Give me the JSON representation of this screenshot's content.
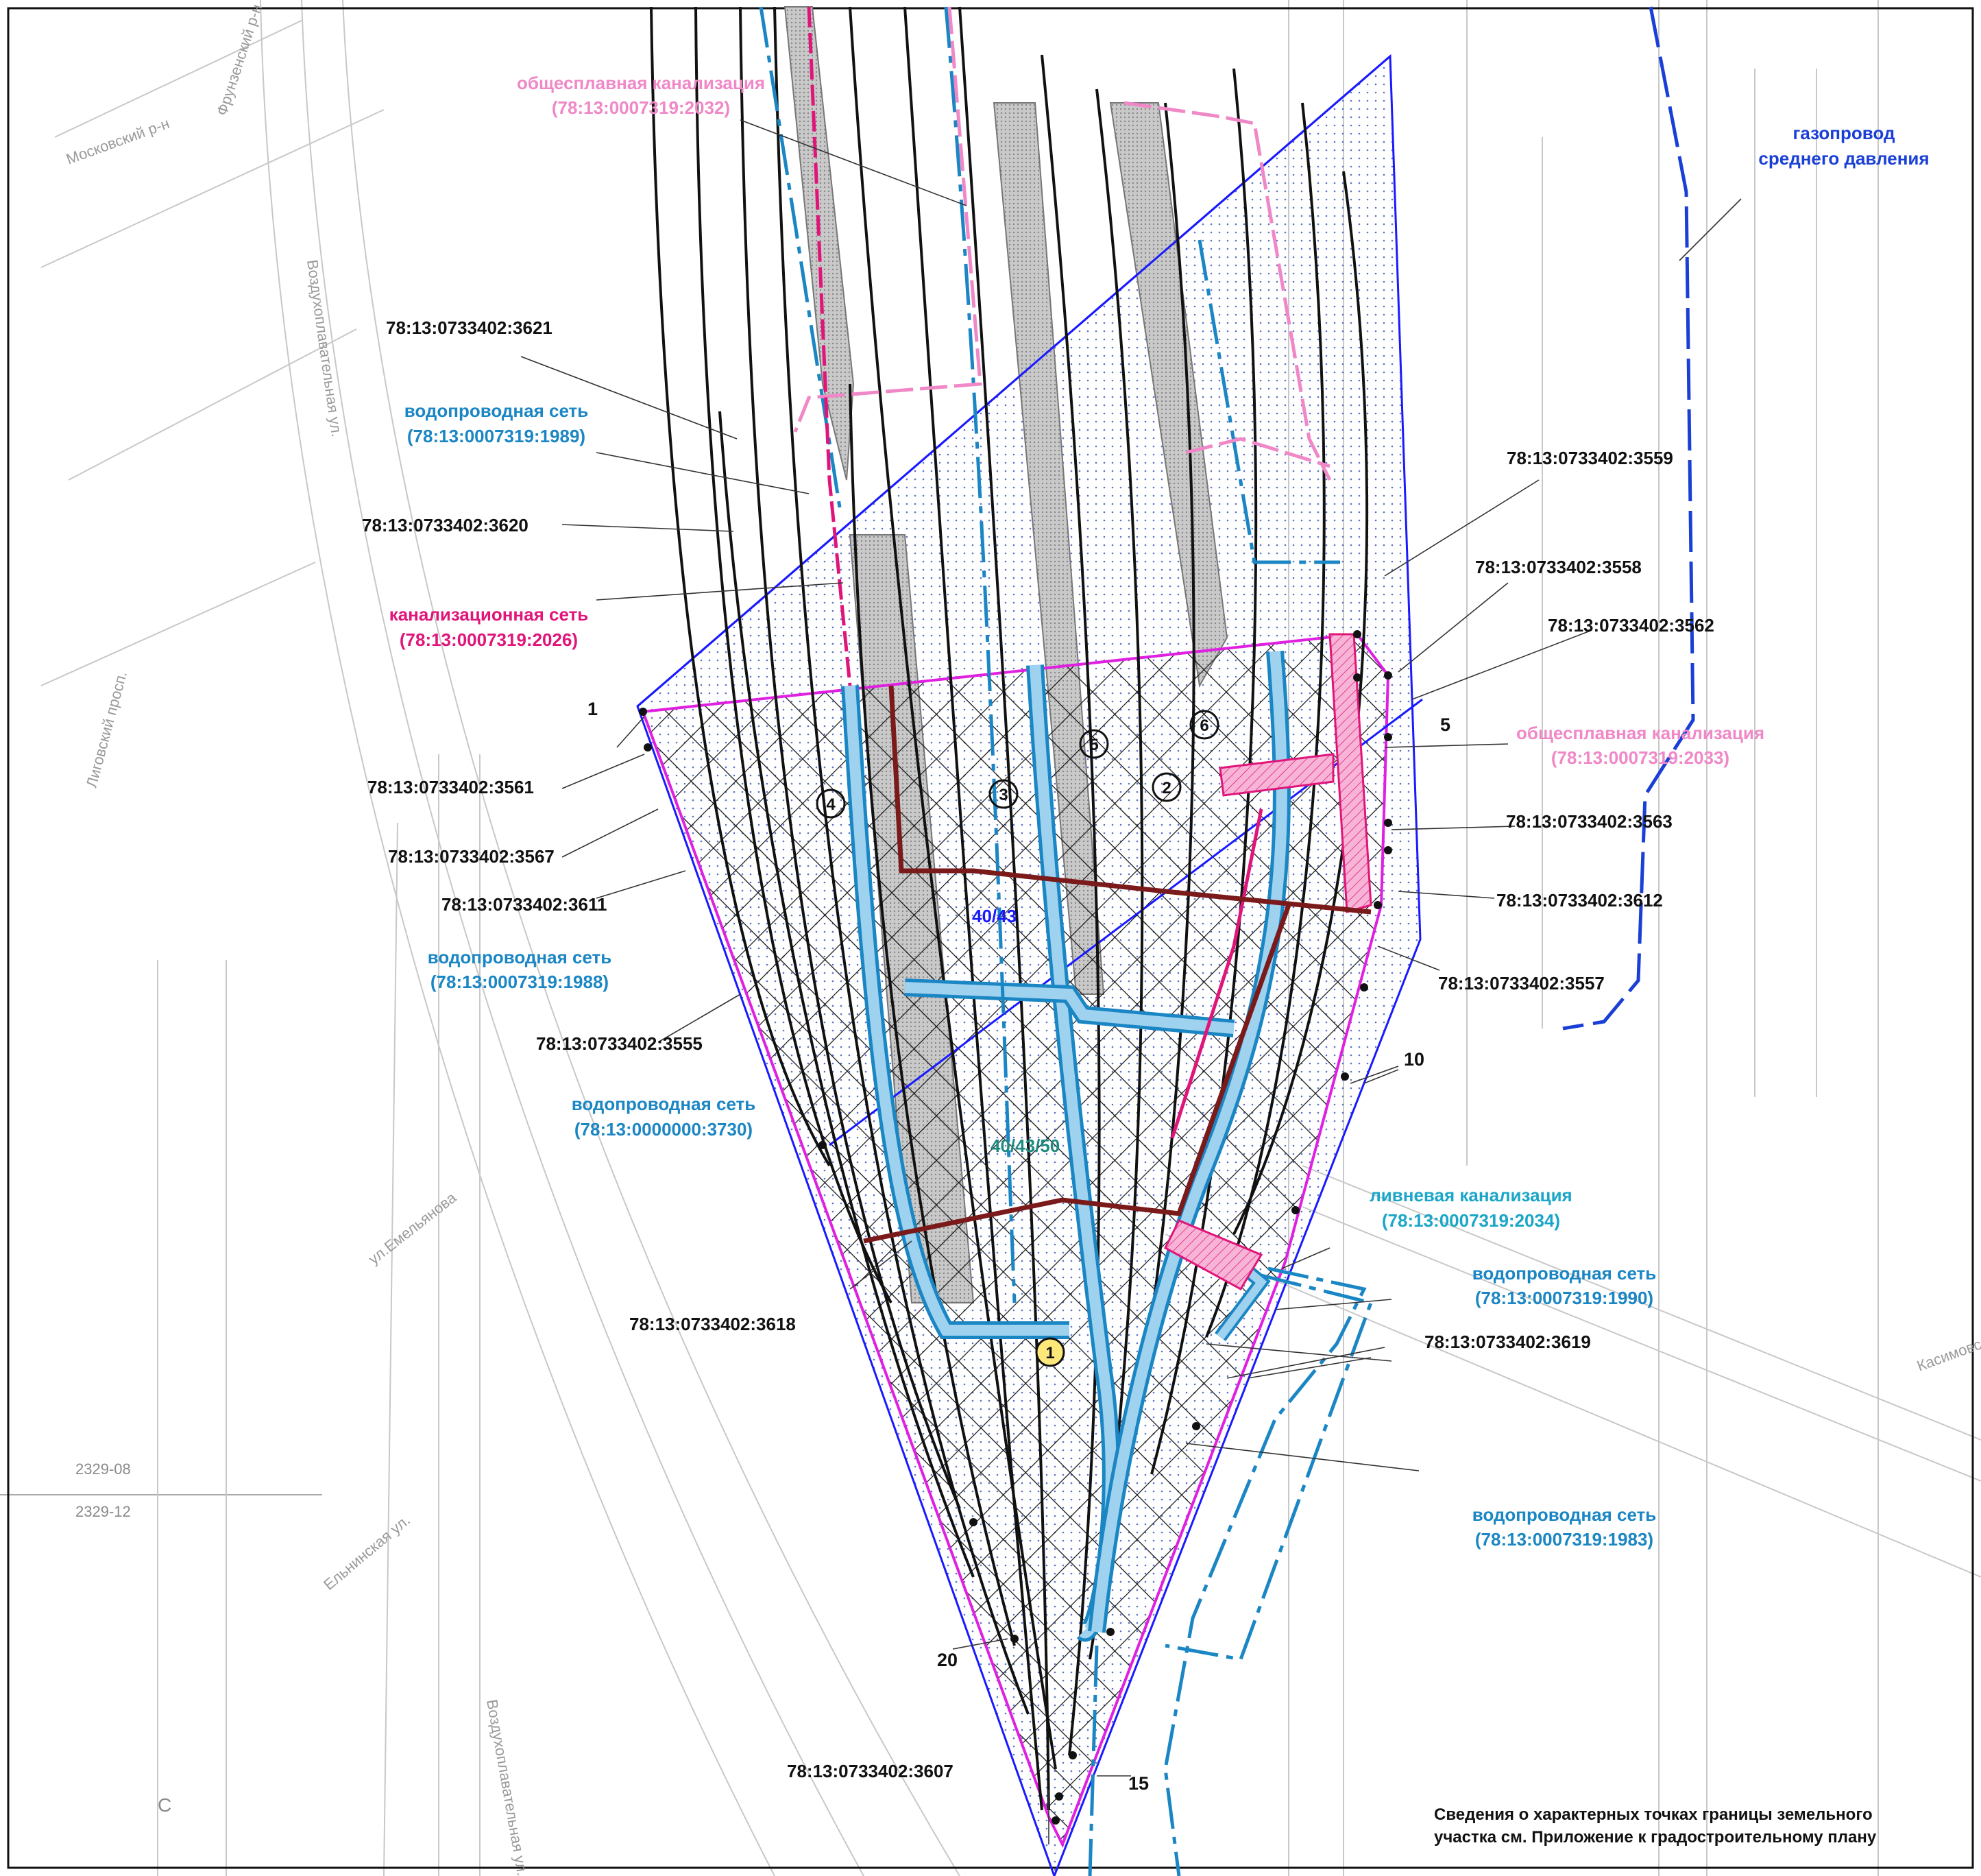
{
  "colors": {
    "black": "#111111",
    "blue_line": "#1a1aff",
    "water": "#1b86c4",
    "water_fill": "#9fd2ef",
    "sewer_pink": "#f088c8",
    "sewer_red": "#e0157a",
    "magenta": "#e020e0",
    "storm": "#1aa6c8",
    "teal_text": "#1f8a80",
    "brown": "#7a1a1a",
    "gas": "#1a3fd6"
  },
  "parcels": [
    "78:13:0733402:3621",
    "78:13:0733402:3620",
    "78:13:0733402:3559",
    "78:13:0733402:3558",
    "78:13:0733402:3562",
    "78:13:0733402:3561",
    "78:13:0733402:3567",
    "78:13:0733402:3611",
    "78:13:0733402:3563",
    "78:13:0733402:3612",
    "78:13:0733402:3557",
    "78:13:0733402:3555",
    "78:13:0733402:3618",
    "78:13:0733402:3619",
    "78:13:0733402:3607"
  ],
  "utilities": {
    "sewer_2032": {
      "name": "общесплавная канализация",
      "code": "(78:13:0007319:2032)"
    },
    "gas": {
      "line1": "газопровод",
      "line2": "среднего давления"
    },
    "water_1989": {
      "name": "водопроводная сеть",
      "code": "(78:13:0007319:1989)"
    },
    "sewer_2026": {
      "name": "канализационная сеть",
      "code": "(78:13:0007319:2026)"
    },
    "sewer_2033": {
      "name": "общесплавная канализация",
      "code": "(78:13:0007319:2033)"
    },
    "water_1988": {
      "name": "водопроводная сеть",
      "code": "(78:13:0007319:1988)"
    },
    "water_3730": {
      "name": "водопроводная сеть",
      "code": "(78:13:0000000:3730)"
    },
    "storm_2034": {
      "name": "ливневая канализация",
      "code": "(78:13:0007319:2034)"
    },
    "water_1990": {
      "name": "водопроводная сеть",
      "code": "(78:13:0007319:1990)"
    },
    "water_1983": {
      "name": "водопроводная сеть",
      "code": "(78:13:0007319:1983)"
    }
  },
  "points": {
    "p1": "1",
    "p5": "5",
    "p10": "10",
    "p15": "15",
    "p20": "20"
  },
  "zones": {
    "z1": "40/43",
    "z2": "40/43/50"
  },
  "circled": {
    "c1": "1",
    "c2": "2",
    "c3": "3",
    "c4": "4",
    "c5": "5",
    "c6": "6"
  },
  "streets": {
    "s1": "Московский р-н",
    "s2": "Фрунзенский р-н",
    "s3": "Воздухоплавательная ул.",
    "s4": "Лиговский просп.",
    "s5": "ул.Емельянова",
    "s6": "Ельнинская ул.",
    "s7": "Воздухоплавательная ул.",
    "s8": "Касимовская"
  },
  "sheets": {
    "a": "2329-08",
    "b": "2329-12",
    "c": "С"
  },
  "note": {
    "line1": "Сведения о характерных точках границы земельного",
    "line2": "участка см. Приложение к градостроительному плану"
  }
}
